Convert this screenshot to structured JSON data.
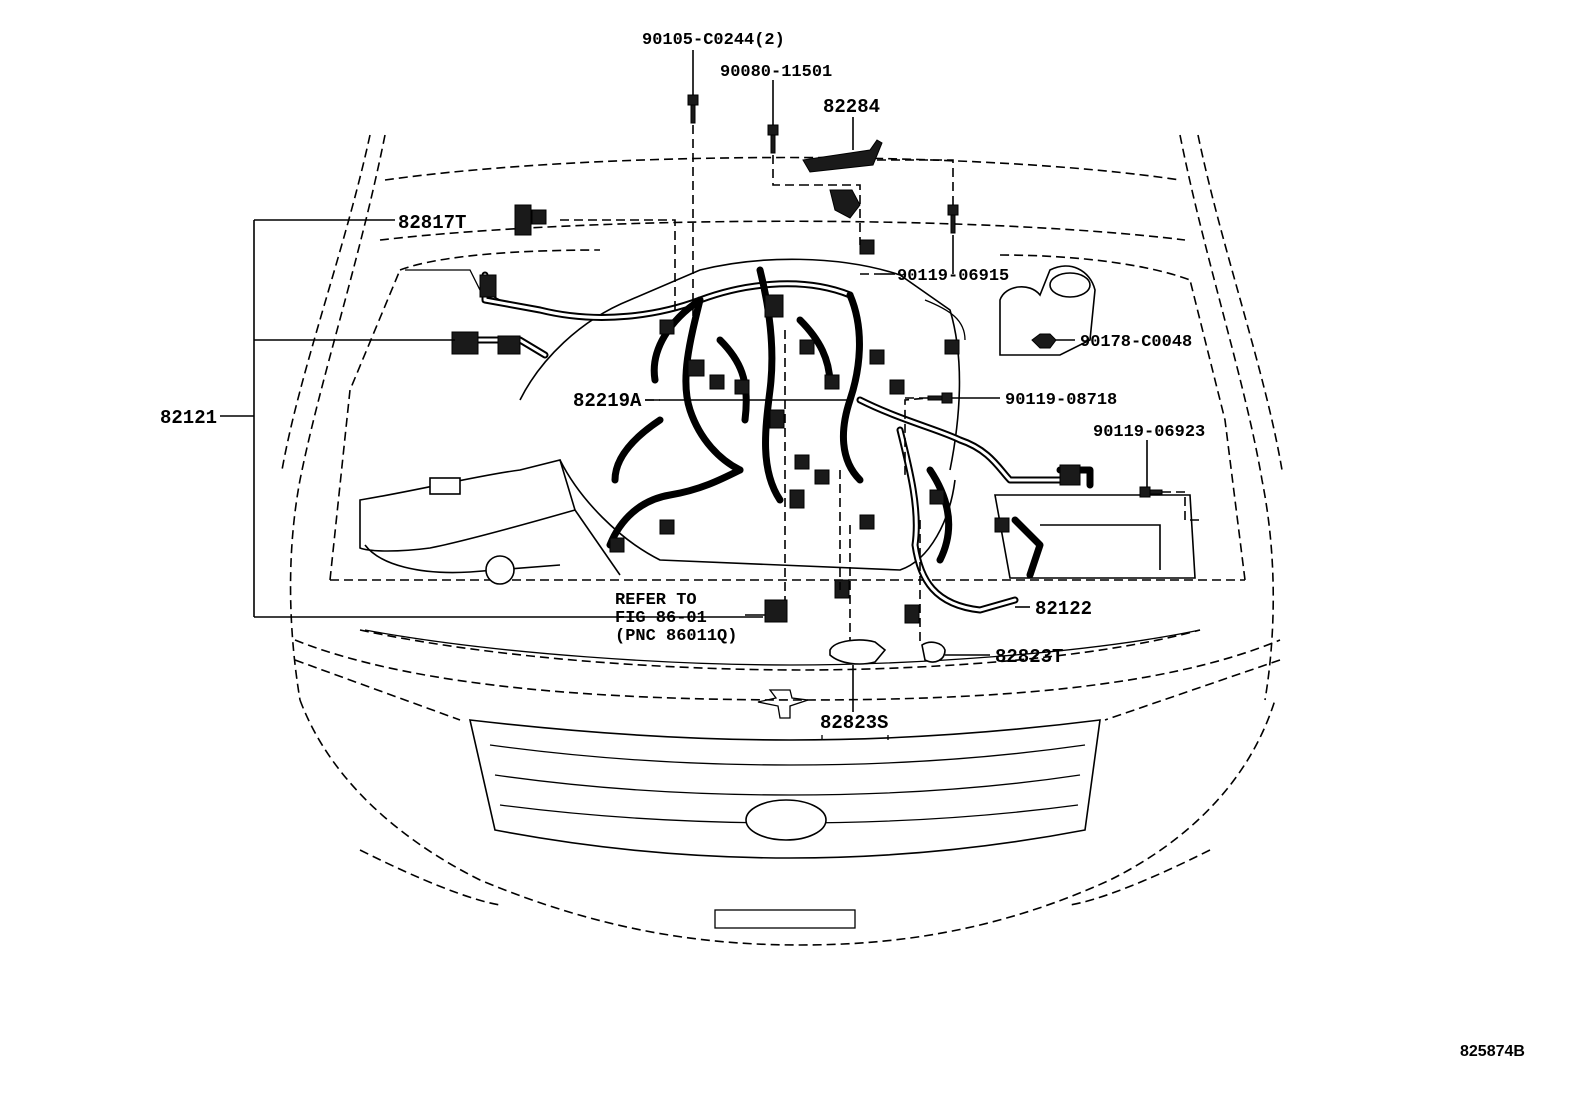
{
  "diagram": {
    "part_labels": {
      "p_90105": "90105-C0244(2)",
      "p_90080": "90080-11501",
      "p_82284": "82284",
      "p_82817t": "82817T",
      "p_90119_06915": "90119-06915",
      "p_90178": "90178-C0048",
      "p_82219a": "82219A",
      "p_90119_08718": "90119-08718",
      "p_82121": "82121",
      "p_90119_06923": "90119-06923",
      "p_82122": "82122",
      "p_82823t": "82823T",
      "p_82823s": "82823S"
    },
    "refer_note": {
      "line1": "REFER TO",
      "line2": "FIG 86-01",
      "line3": "(PNC 86011Q)"
    },
    "figure_code": "825874B"
  }
}
